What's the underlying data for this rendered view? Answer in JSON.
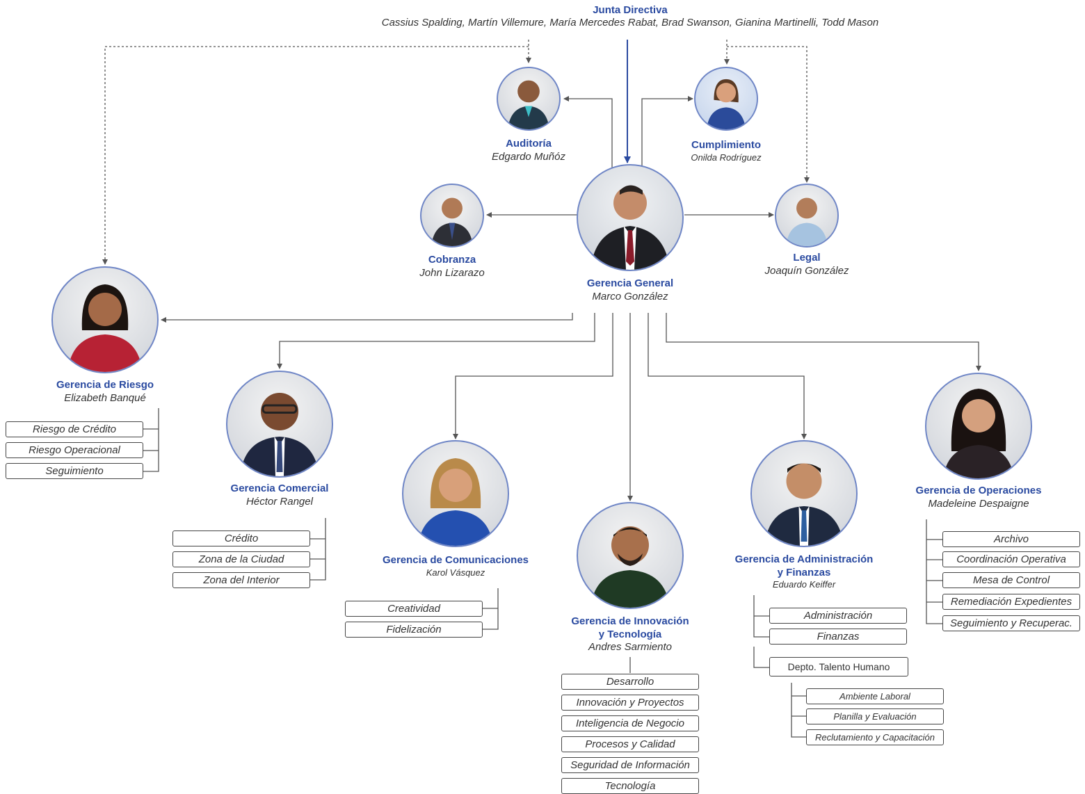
{
  "board": {
    "title": "Junta Directiva",
    "members": "Cassius Spalding, Martín Villemure, María Mercedes Rabat, Brad Swanson, Gianina Martinelli, Todd Mason"
  },
  "general": {
    "title": "Gerencia General",
    "name": "Marco González"
  },
  "auditoria": {
    "title": "Auditoría",
    "name": "Edgardo Muñóz"
  },
  "cumplimiento": {
    "title": "Cumplimiento",
    "name": "Onilda Rodríguez"
  },
  "cobranza": {
    "title": "Cobranza",
    "name": "John Lizarazo"
  },
  "legal": {
    "title": "Legal",
    "name": "Joaquín González"
  },
  "riesgo": {
    "title": "Gerencia de Riesgo",
    "name": "Elizabeth Banqué",
    "units": [
      "Riesgo de Crédito",
      "Riesgo Operacional",
      "Seguimiento"
    ]
  },
  "comercial": {
    "title": "Gerencia Comercial",
    "name": "Héctor Rangel",
    "units": [
      "Crédito",
      "Zona de la Ciudad",
      "Zona del Interior"
    ]
  },
  "comunicaciones": {
    "title": "Gerencia de Comunicaciones",
    "name": "Karol Vásquez",
    "units": [
      "Creatividad",
      "Fidelización"
    ]
  },
  "innovacion": {
    "title_line1": "Gerencia de Innovación",
    "title_line2": "y Tecnología",
    "name": "Andres Sarmiento",
    "units": [
      "Desarrollo",
      "Innovación y Proyectos",
      "Inteligencia de Negocio",
      "Procesos y Calidad",
      "Seguridad de Información",
      "Tecnología"
    ]
  },
  "administracion": {
    "title_line1": "Gerencia de Administración",
    "title_line2": "y Finanzas",
    "name": "Eduardo Keiffer",
    "units": [
      "Administración",
      "Finanzas"
    ],
    "talento": {
      "title": "Depto. Talento Humano",
      "units": [
        "Ambiente Laboral",
        "Planilla y Evaluación",
        "Reclutamiento y Capacitación"
      ]
    }
  },
  "operaciones": {
    "title": "Gerencia de Operaciones",
    "name": "Madeleine Despaigne",
    "units": [
      "Archivo",
      "Coordinación Operativa",
      "Mesa de Control",
      "Remediación Expedientes",
      "Seguimiento y Recuperac."
    ]
  },
  "colors": {
    "title_blue": "#2a4aa0",
    "line": "#555555",
    "board_line": "#2a4aa0"
  }
}
